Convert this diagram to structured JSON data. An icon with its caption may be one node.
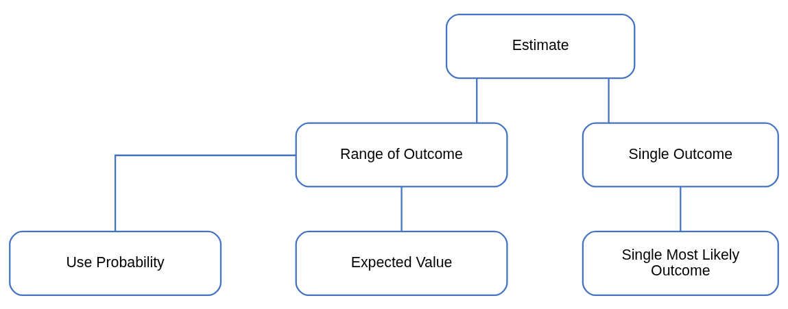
{
  "diagram": {
    "nodes": [
      {
        "text": [
          "Estimate"
        ]
      },
      {
        "text": [
          "Range of Outcome"
        ]
      },
      {
        "text": [
          "Single Outcome"
        ]
      },
      {
        "text": [
          "Use Probability"
        ]
      },
      {
        "text": [
          "Expected Value"
        ]
      },
      {
        "text": [
          "Single Most Likely Outcome"
        ]
      }
    ],
    "edges": [
      {
        "from": 0,
        "to": 1,
        "arrow": "none"
      },
      {
        "from": 0,
        "to": 2,
        "arrow": "none"
      },
      {
        "from": 1,
        "to": 3,
        "arrow": "none"
      },
      {
        "from": 1,
        "to": 4,
        "arrow": "none"
      },
      {
        "from": 2,
        "to": 5,
        "arrow": "none"
      }
    ]
  }
}
